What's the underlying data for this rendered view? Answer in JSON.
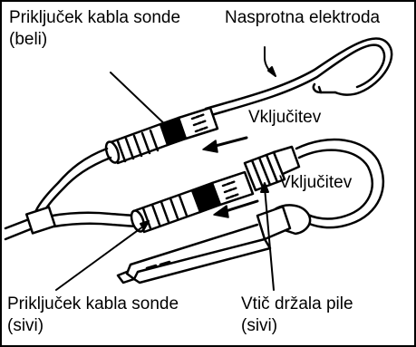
{
  "labels": {
    "probe_cable_white": {
      "line1": "Priključek kabla sonde",
      "line2": "(beli)"
    },
    "counter_electrode": "Nasprotna elektroda",
    "insertion_top": "Vključitev",
    "insertion_mid": "Vključitev",
    "probe_cable_gray": {
      "line1": "Priključek kabla sonde",
      "line2": "(sivi)"
    },
    "clip_holder_plug": {
      "line1": "Vtič držala pile",
      "line2": "(sivi)"
    }
  },
  "colors": {
    "ink": "#000000",
    "background": "#ffffff"
  }
}
